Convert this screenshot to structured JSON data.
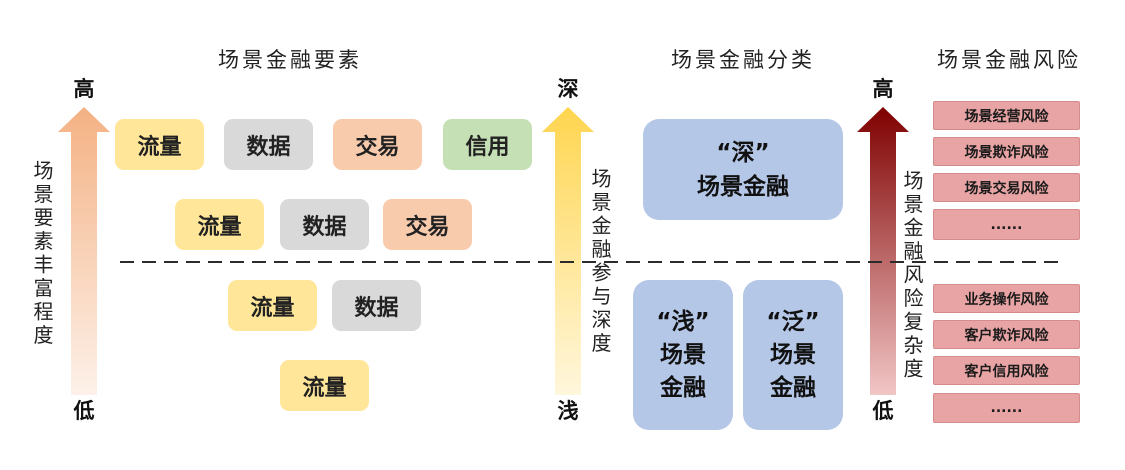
{
  "elements_section": {
    "title": "场景金融要素",
    "axis": {
      "high": "高",
      "low": "低",
      "label": "场景要素丰富程度"
    },
    "rows": [
      [
        "流量",
        "数据",
        "交易",
        "信用"
      ],
      [
        "流量",
        "数据",
        "交易"
      ],
      [
        "流量",
        "数据"
      ],
      [
        "流量"
      ]
    ]
  },
  "classification_section": {
    "title": "场景金融分类",
    "axis": {
      "high": "深",
      "low": "浅",
      "label": "场景金融参与深度"
    },
    "deep": {
      "quote": "“深”",
      "lines": [
        "场景金融"
      ]
    },
    "shallow": {
      "quote": "“浅”",
      "lines": [
        "场景",
        "金融"
      ]
    },
    "broad": {
      "quote": "“泛”",
      "lines": [
        "场景",
        "金融"
      ]
    }
  },
  "risk_section": {
    "title": "场景金融风险",
    "axis": {
      "high": "高",
      "low": "低",
      "label": "场景金融风险复杂度"
    },
    "scene_risks": [
      "场景经营风险",
      "场景欺诈风险",
      "场景交易风险",
      "......"
    ],
    "customer_risks": [
      "业务操作风险",
      "客户欺诈风险",
      "客户信用风险",
      "......"
    ]
  },
  "colors": {
    "flow": "#ffe699",
    "data": "#d9d9d9",
    "transaction": "#f8cbad",
    "credit": "#c5e0b4",
    "category_box": "#b4c7e7",
    "risk_box": "#e8a4a4",
    "elements_arrow_top": "#f4b183",
    "elements_arrow_bottom": "#fdf1e9",
    "depth_arrow_top": "#ffd54f",
    "depth_arrow_bottom": "#fff7dd",
    "risk_arrow_top": "#7f0000",
    "risk_arrow_bottom": "#f2c6c6"
  }
}
